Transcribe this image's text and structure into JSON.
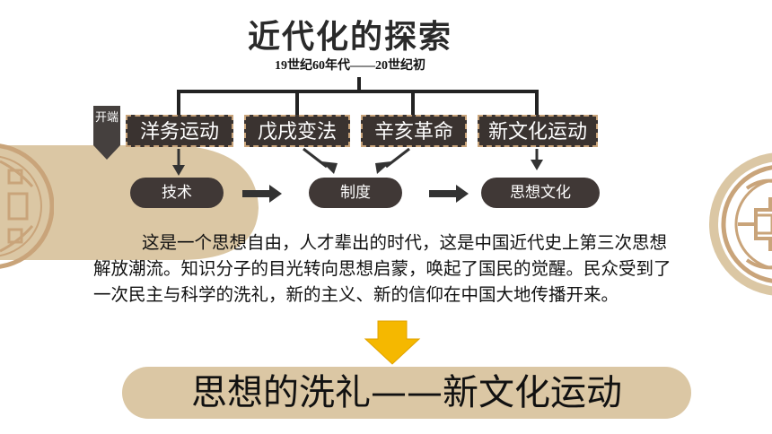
{
  "title": "近代化的探索",
  "subtitle": "19世纪60年代——20世纪初",
  "start_tag": "开端",
  "events": [
    "洋务运动",
    "戊戌变法",
    "辛亥革命",
    "新文化运动"
  ],
  "levels": [
    "技术",
    "制度",
    "思想文化"
  ],
  "paragraph": "这是一个思想自由，人才辈出的时代，这是中国近代史上第三次思想解放潮流。知识分子的目光转向思想启蒙，唤起了国民的觉醒。民众受到了一次民主与科学的洗礼，新的主义、新的信仰在中国大地传播开来。",
  "conclusion": "思想的洗礼——新文化运动",
  "colors": {
    "accent": "#dbc7a4",
    "dark": "#3a3330",
    "arrow": "#f5b800"
  }
}
